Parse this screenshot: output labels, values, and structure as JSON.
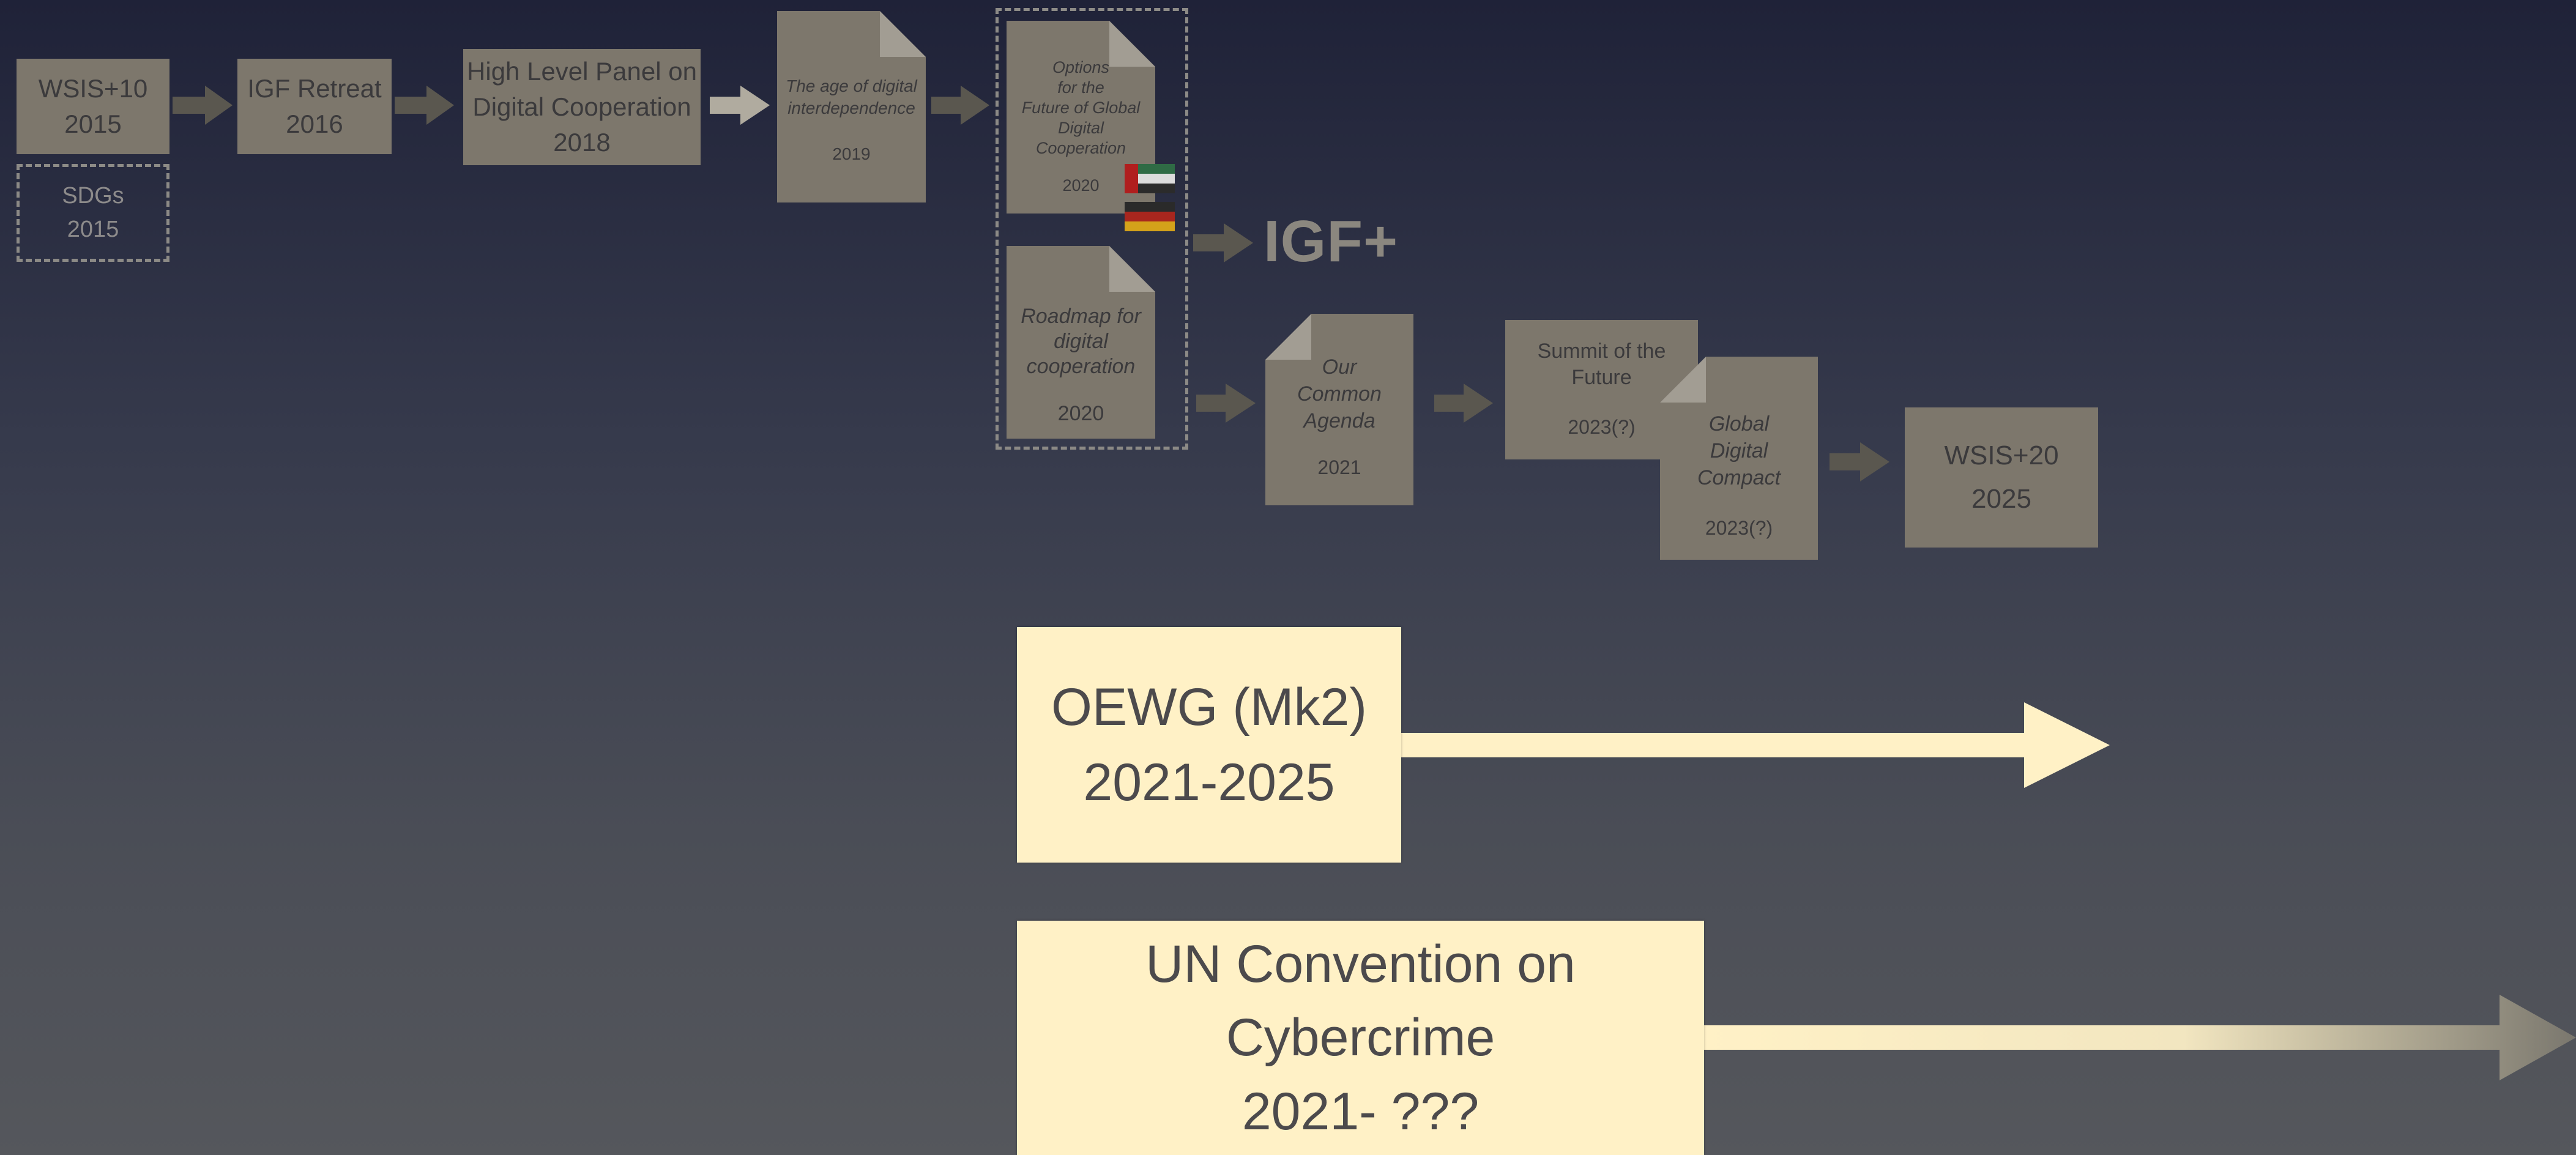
{
  "colors": {
    "box_fill": "#7d776c",
    "box_text": "#3b3a3c",
    "cream_fill": "#fff1c6",
    "arrow_gray": "#5a574f",
    "dashed_border": "#8c8a86"
  },
  "nodes": {
    "wsis10": {
      "line1": "WSIS+10",
      "line2": "2015"
    },
    "sdgs": {
      "line1": "SDGs",
      "line2": "2015"
    },
    "igf_retreat": {
      "line1": "IGF Retreat",
      "line2": "2016"
    },
    "hlp": {
      "line1": "High Level Panel on",
      "line2": "Digital Cooperation",
      "line3": "2018"
    },
    "age_digital": {
      "line1": "The age of digital",
      "line2": "interdependence",
      "year": "2019"
    },
    "options": {
      "line1": "Options",
      "line2": "for the",
      "line3": "Future of Global",
      "line4": "Digital",
      "line5": "Cooperation",
      "year": "2020"
    },
    "roadmap": {
      "line1": "Roadmap for",
      "line2": "digital",
      "line3": "cooperation",
      "year": "2020"
    },
    "igf_plus": "IGF+",
    "common_agenda": {
      "line1": "Our",
      "line2": "Common",
      "line3": "Agenda",
      "year": "2021"
    },
    "summit": {
      "line1": "Summit of the",
      "line2": "Future",
      "year": "2023(?)"
    },
    "gdc": {
      "line1": "Global",
      "line2": "Digital",
      "line3": "Compact",
      "year": "2023(?)"
    },
    "wsis20": {
      "line1": "WSIS+20",
      "line2": "2025"
    },
    "oewg": {
      "line1": "OEWG (Mk2)",
      "line2": "2021-2025"
    },
    "un_convention": {
      "line1": "UN Convention on",
      "line2": "Cybercrime",
      "line3": "2021- ???"
    }
  },
  "flags": [
    {
      "name": "uae-flag-icon"
    },
    {
      "name": "germany-flag-icon"
    }
  ]
}
